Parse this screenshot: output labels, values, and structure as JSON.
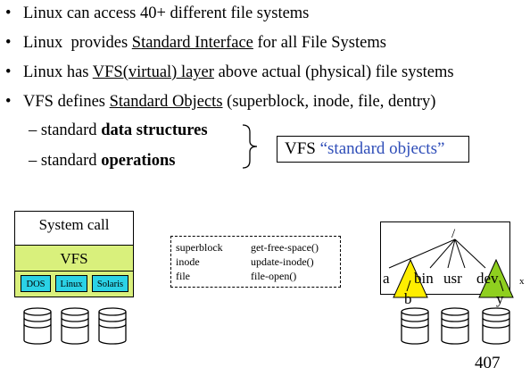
{
  "bullets": [
    {
      "marker": "•",
      "pre": "Linux  can access 40+ different file systems",
      "link": "",
      "post": ""
    },
    {
      "marker": "•",
      "pre": "Linux  provides ",
      "link": "Standard Interface",
      "post": " for all File Systems"
    },
    {
      "marker": "•",
      "pre": "Linux has ",
      "link": "VFS(virtual) layer",
      "post": " above actual (physical) file systems"
    },
    {
      "marker": "•",
      "pre": "VFS defines ",
      "link": "Standard Objects",
      "post": " (superblock, inode, file, dentry)"
    }
  ],
  "sub_bullets": [
    {
      "marker": "–",
      "pre": "standard ",
      "bold": "data structures"
    },
    {
      "marker": "–",
      "pre": "standard ",
      "bold": "operations"
    }
  ],
  "callout": {
    "prefix": "VFS ",
    "quoted": "“standard objects”",
    "accent": "#2e4db8"
  },
  "stack": {
    "syscall": "System call",
    "vfs": "VFS",
    "filesystems": [
      "DOS",
      "Linux",
      "Solaris"
    ],
    "layer_color": "#d9f07c",
    "fs_color": "#2bd2e6"
  },
  "mapping": [
    {
      "object": "superblock",
      "operation": "get-free-space()"
    },
    {
      "object": "inode",
      "operation": "update-inode()"
    },
    {
      "object": "file",
      "operation": "file-open()"
    }
  ],
  "tree": {
    "root": "/",
    "children": [
      "a",
      "bin",
      "usr",
      "dev"
    ],
    "extra": "x",
    "under_a": "b",
    "under_dev": "y",
    "triangle_color": "#ffee00",
    "triangle_color_2": "#8fcf1f"
  },
  "page_number": "407"
}
